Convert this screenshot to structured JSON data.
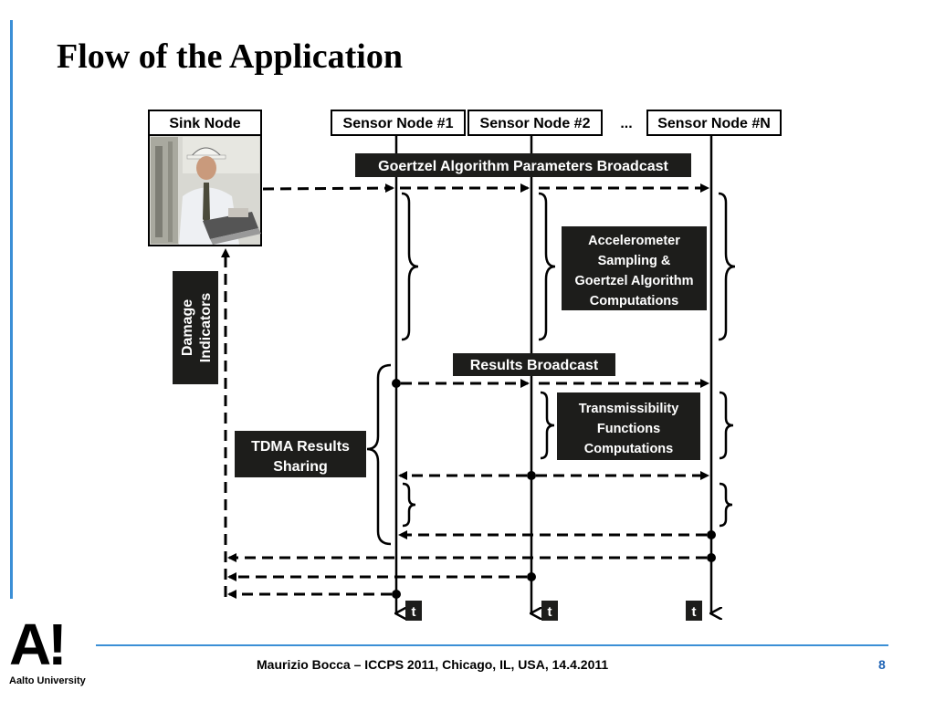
{
  "slide": {
    "title": "Flow of the Application",
    "footer": "Maurizio Bocca – ICCPS 2011, Chicago, IL, USA, 14.4.2011",
    "page_number": "8",
    "accent_color": "#3b8fd6"
  },
  "logo": {
    "mark": "A!",
    "text": "Aalto University"
  },
  "diagram": {
    "sink_label": "Sink Node",
    "sensor_labels": [
      "Sensor Node #1",
      "Sensor Node #2",
      "Sensor Node #N"
    ],
    "ellipsis": "...",
    "broadcast_label": "Goertzel Algorithm Parameters Broadcast",
    "accelerometer_lines": [
      "Accelerometer",
      "Sampling &",
      "Goertzel Algorithm",
      "Computations"
    ],
    "results_broadcast_label": "Results Broadcast",
    "transmissibility_lines": [
      "Transmissibility",
      "Functions",
      "Computations"
    ],
    "tdma_lines": [
      "TDMA Results",
      "Sharing"
    ],
    "damage_lines": [
      "Damage",
      "Indicators"
    ],
    "time_label": "t",
    "photo_icon": "engineer-with-laptop-photo"
  }
}
